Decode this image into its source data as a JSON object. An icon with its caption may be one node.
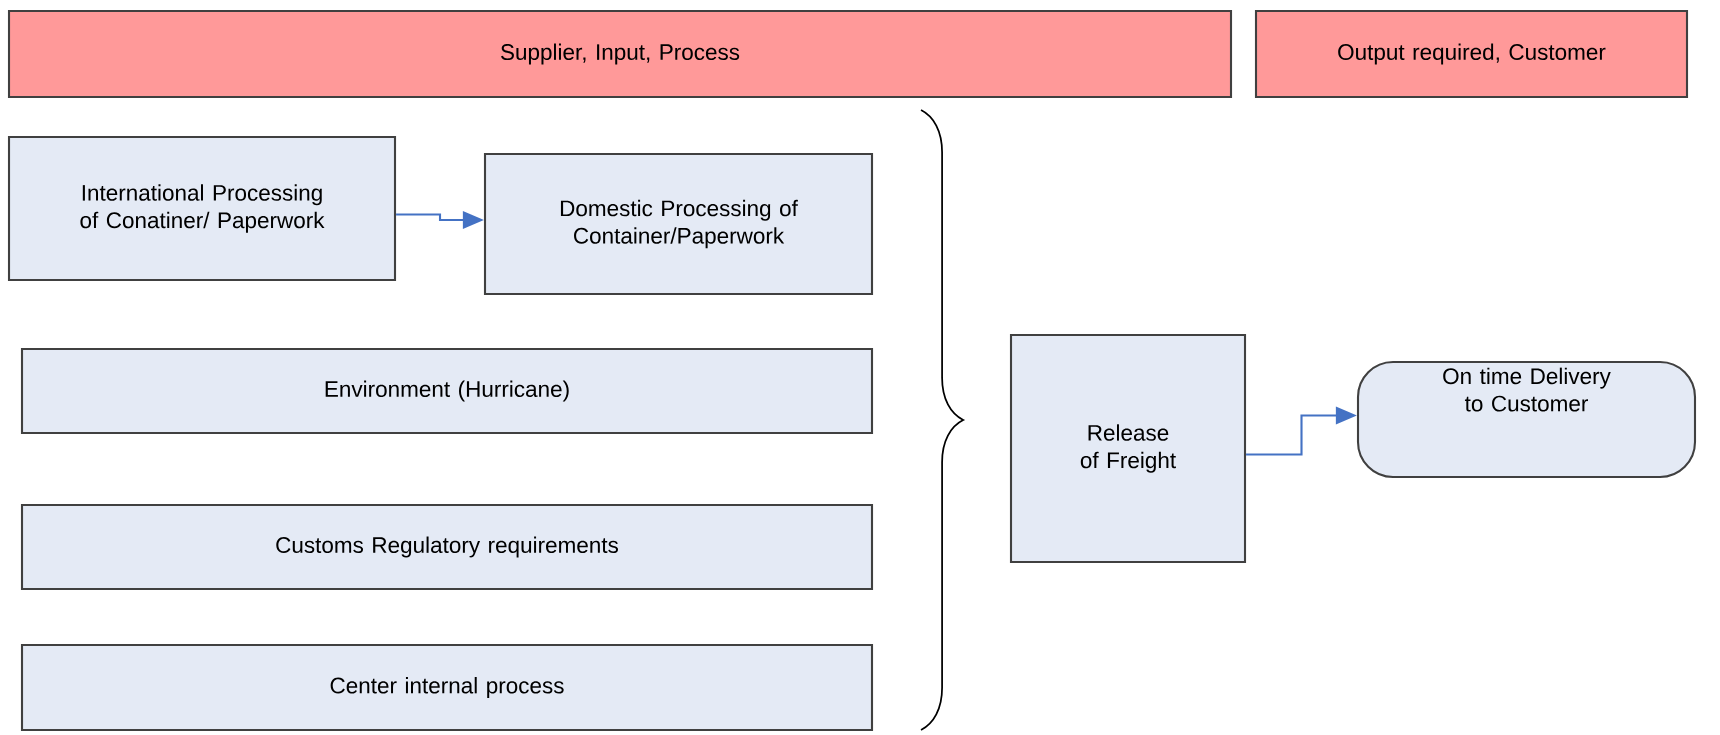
{
  "diagram": {
    "nodes": [
      {
        "text": [
          "Supplier, Input, Process"
        ]
      },
      {
        "text": [
          "Output required, Customer"
        ]
      },
      {
        "text": [
          "International Processing of Conatiner/ Paperwork"
        ]
      },
      {
        "text": [
          "Domestic Processing of Container/Paperwork"
        ]
      },
      {
        "text": [
          "Environment (Hurricane)"
        ]
      },
      {
        "text": [
          "Customs Regulatory requirements"
        ]
      },
      {
        "text": [
          "Center internal process"
        ]
      },
      {
        "text": [
          "Release of Freight"
        ]
      },
      {
        "text": [
          "On time Delivery to Customer"
        ]
      }
    ],
    "edges": [
      {
        "from": 2,
        "to": 3,
        "arrow": "to"
      },
      {
        "from": 7,
        "to": 8,
        "arrow": "to"
      }
    ]
  }
}
